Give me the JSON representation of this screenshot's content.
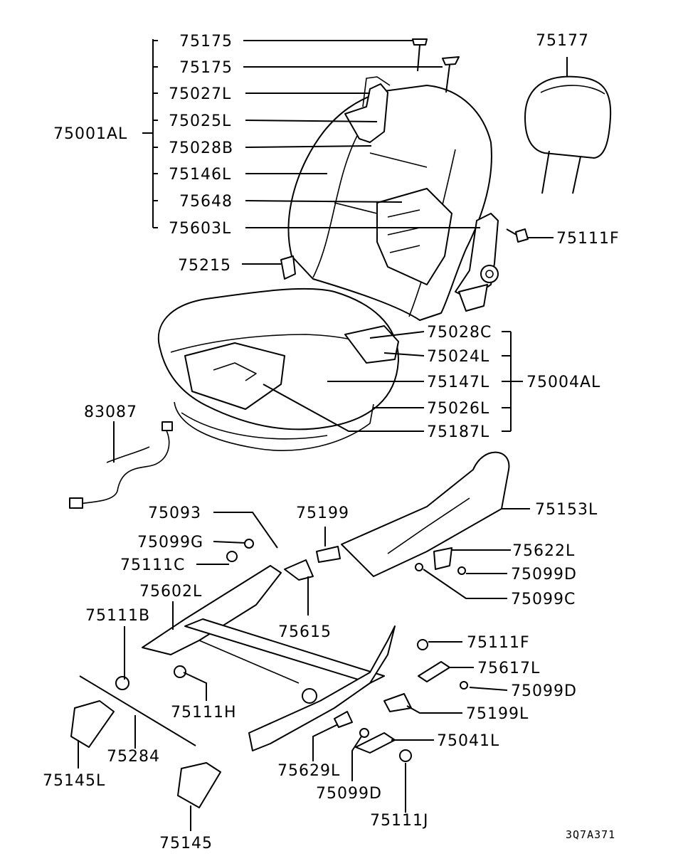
{
  "labels": {
    "l75175a": "75175",
    "l75175b": "75175",
    "l75027L": "75027L",
    "l75025L": "75025L",
    "l75001AL": "75001AL",
    "l75028B": "75028B",
    "l75146L": "75146L",
    "l75648": "75648",
    "l75603L": "75603L",
    "l75177": "75177",
    "l75111F_top": "75111F",
    "l75215": "75215",
    "l75028C": "75028C",
    "l75024L": "75024L",
    "l75147L": "75147L",
    "l75004AL": "75004AL",
    "l75026L": "75026L",
    "l75187L": "75187L",
    "l83087": "83087",
    "l75093": "75093",
    "l75199": "75199",
    "l75153L": "75153L",
    "l75099G": "75099G",
    "l75622L": "75622L",
    "l75111C": "75111C",
    "l75099D_a": "75099D",
    "l75602L": "75602L",
    "l75099C": "75099C",
    "l75111B": "75111B",
    "l75615": "75615",
    "l75111F_mid": "75111F",
    "l75617L": "75617L",
    "l75099D_b": "75099D",
    "l75111H": "75111H",
    "l75199L": "75199L",
    "l75041L": "75041L",
    "l75284": "75284",
    "l75629L": "75629L",
    "l75145L": "75145L",
    "l75099D_c": "75099D",
    "l75111J": "75111J",
    "l75145": "75145"
  },
  "diagram_code": "3Q7A371"
}
